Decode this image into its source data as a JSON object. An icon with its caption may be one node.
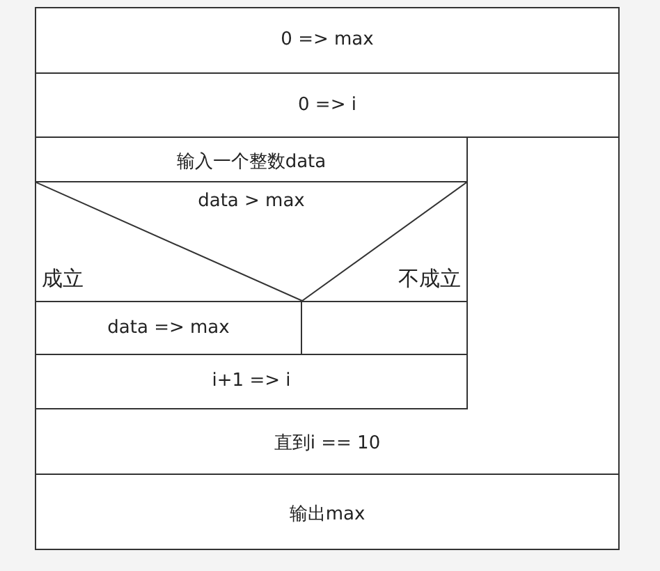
{
  "diagram": {
    "nodes": [
      {
        "text": [
          "0 => max"
        ]
      },
      {
        "text": [
          "0 => i"
        ]
      },
      {
        "text": [
          "直到i == 10"
        ]
      },
      {
        "text": [
          "输入一个整数data"
        ],
        "in": 2
      },
      {
        "text": [
          "data > max",
          "成立",
          "不成立"
        ],
        "in": 2
      },
      {
        "text": [
          "data => max"
        ],
        "in": 2
      },
      {
        "text": [],
        "shape": "box",
        "in": 2
      },
      {
        "text": [
          "i+1 => i"
        ],
        "in": 2
      },
      {
        "text": [
          "输出max"
        ]
      }
    ]
  }
}
